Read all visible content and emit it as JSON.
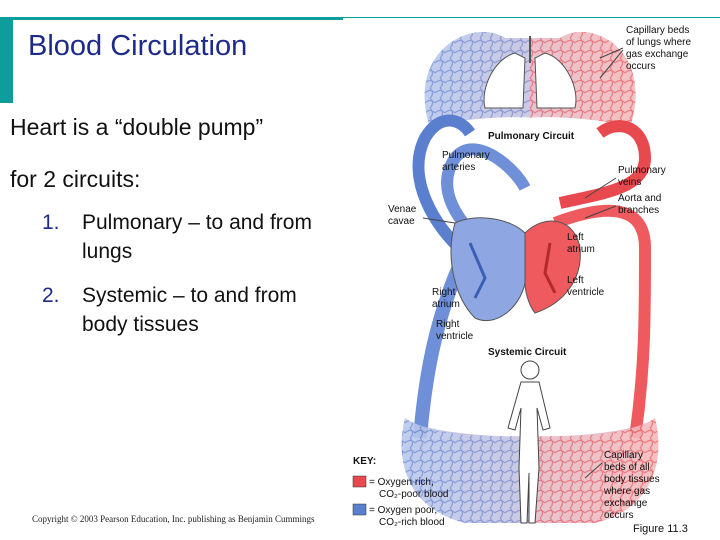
{
  "slide": {
    "title": "Blood Circulation",
    "line1": "Heart is a “double pump”",
    "line2": "for 2 circuits:",
    "list": [
      {
        "num": "1.",
        "text1": "Pulmonary – to and from",
        "text2": "lungs"
      },
      {
        "num": "2.",
        "text1": "Systemic – to and from",
        "text2": "body tissues"
      }
    ],
    "copyright": "Copyright © 2003 Pearson Education, Inc. publishing as Benjamin Cummings",
    "figure_ref": "Figure 11.3"
  },
  "diagram": {
    "labels": {
      "capillary_lungs": [
        "Capillary beds",
        "of lungs where",
        "gas exchange",
        "occurs"
      ],
      "pulmonary_circuit": "Pulmonary Circuit",
      "pulmonary_arteries": [
        "Pulmonary",
        "arteries"
      ],
      "pulmonary_veins": [
        "Pulmonary",
        "veins"
      ],
      "aorta": [
        "Aorta and",
        "branches"
      ],
      "venae_cavae": [
        "Venae",
        "cavae"
      ],
      "left_atrium": [
        "Left",
        "atrium"
      ],
      "left_ventricle": [
        "Left",
        "ventricle"
      ],
      "right_atrium": [
        "Right",
        "atrium"
      ],
      "right_ventricle": [
        "Right",
        "ventricle"
      ],
      "systemic_circuit": "Systemic Circuit",
      "capillary_body": [
        "Capillary",
        "beds of all",
        "body tissues",
        "where gas",
        "exchange",
        "occurs"
      ]
    },
    "key": {
      "title": "KEY:",
      "oxygen_rich": [
        "= Oxygen rich,",
        "CO₂-poor blood"
      ],
      "oxygen_poor": [
        "= Oxygen poor,",
        "CO₂-rich blood"
      ],
      "color_rich": "#e8494e",
      "color_poor": "#5b7fcf"
    }
  }
}
